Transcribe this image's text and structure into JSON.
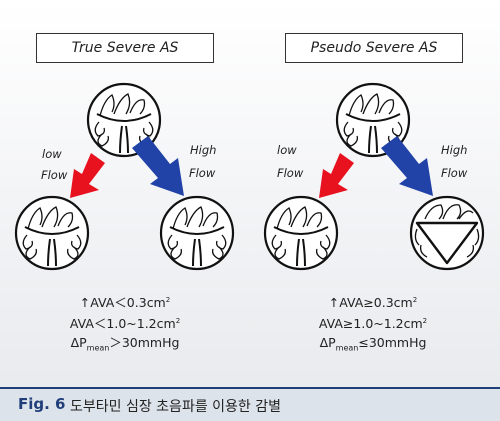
{
  "panels": {
    "left": {
      "title": "True Severe AS",
      "low_label_1": "low",
      "low_label_2": "Flow",
      "high_label_1": "High",
      "high_label_2": "Flow",
      "criteria": {
        "line1": {
          "a": "↑AVA＜0.3cm",
          "sup": "2"
        },
        "line2": {
          "a": "AVA＜1.0~1.2cm",
          "sup": "2"
        },
        "line3": {
          "a": "ΔP",
          "sub": "mean",
          "b": "＞30mmHg"
        }
      }
    },
    "right": {
      "title": "Pseudo Severe AS",
      "low_label_1": "low",
      "low_label_2": "Flow",
      "high_label_1": "High",
      "high_label_2": "Flow",
      "criteria": {
        "line1": {
          "a": "↑AVA≥0.3cm",
          "sup": "2"
        },
        "line2": {
          "a": "AVA≥1.0~1.2cm",
          "sup": "2"
        },
        "line3": {
          "a": "ΔP",
          "sub": "mean",
          "b": "≤30mmHg"
        }
      }
    }
  },
  "caption": {
    "label": "Fig. 6",
    "text": "도부타민 심장 초음파를 이용한 감별"
  },
  "colors": {
    "low_flow_arrow": "#e8121f",
    "high_flow_arrow": "#2143a8",
    "caption_accent": "#1f3e7a"
  }
}
